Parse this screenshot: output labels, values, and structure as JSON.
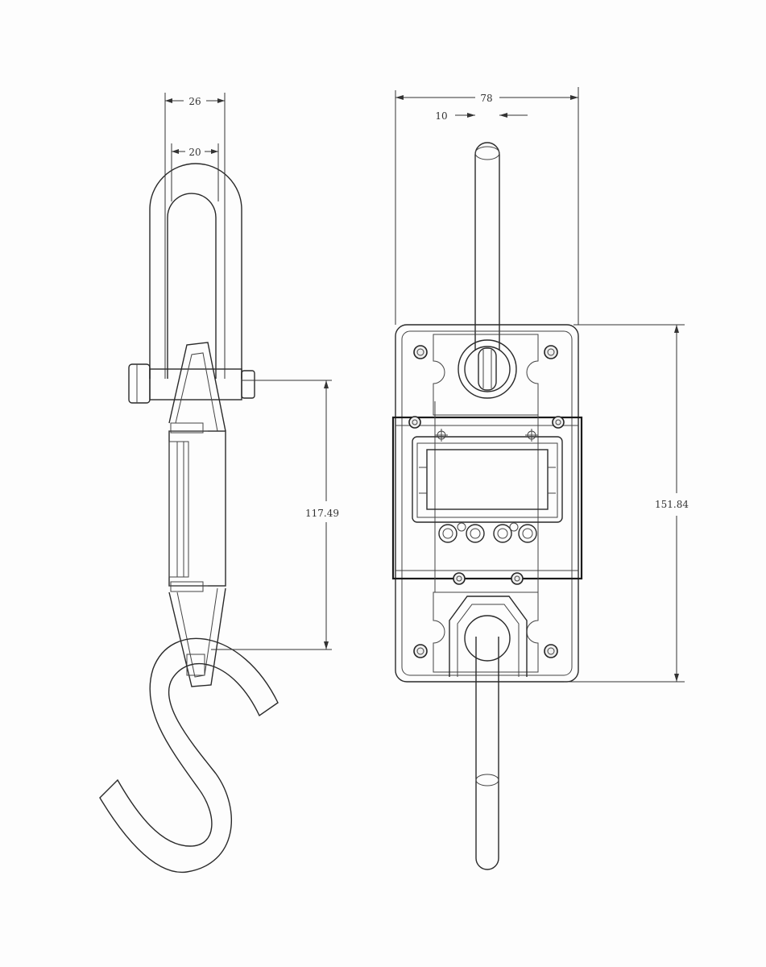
{
  "dimensions": {
    "side_outer_width": "26",
    "side_inner_width": "20",
    "side_height": "117.49",
    "front_width": "78",
    "front_rod_width": "10",
    "front_height": "151.84"
  },
  "colors": {
    "ink": "#2a2a2a",
    "paper": "#fdfdfd"
  }
}
